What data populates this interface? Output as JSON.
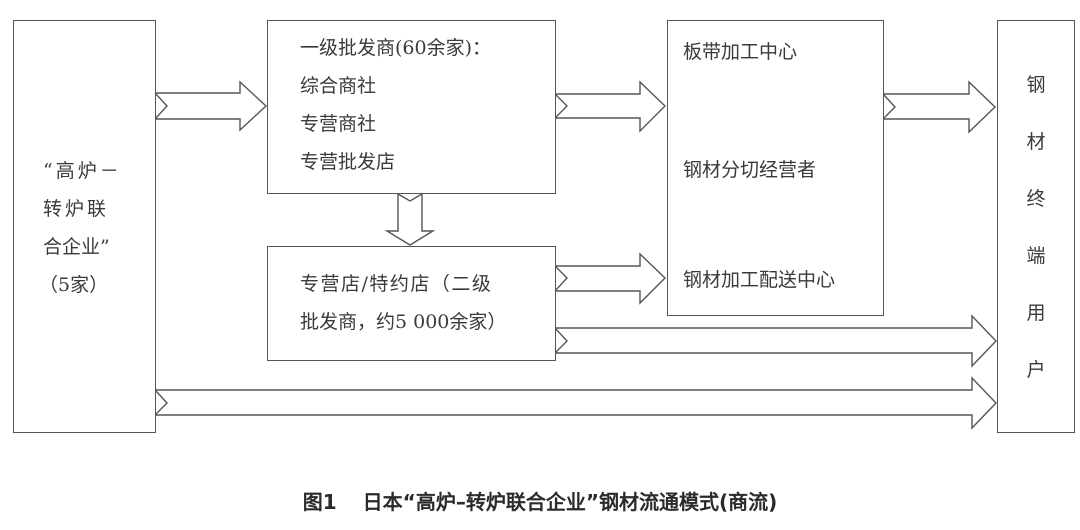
{
  "nodes": {
    "producer": {
      "lines": [
        "“高炉－",
        "转炉联",
        "合企业”",
        "（5家）"
      ]
    },
    "primary_wholesaler": {
      "lines": [
        "一级批发商(60余家)：",
        "综合商社",
        "专营商社",
        "专营批发店"
      ]
    },
    "secondary_wholesaler": {
      "lines": [
        "专营店/特约店（二级",
        "批发商，约5 000余家）"
      ]
    },
    "processing": {
      "lines": [
        "板带加工中心",
        "钢材分切经营者",
        "钢材加工配送中心"
      ]
    },
    "end_user": {
      "chars": [
        "钢",
        "材",
        "终",
        "端",
        "用",
        "户"
      ]
    }
  },
  "edges": [
    {
      "from": "producer",
      "to": "primary_wholesaler"
    },
    {
      "from": "primary_wholesaler",
      "to": "secondary_wholesaler"
    },
    {
      "from": "primary_wholesaler",
      "to": "processing"
    },
    {
      "from": "secondary_wholesaler",
      "to": "processing"
    },
    {
      "from": "processing",
      "to": "end_user"
    },
    {
      "from": "secondary_wholesaler",
      "to": "end_user"
    },
    {
      "from": "producer",
      "to": "end_user"
    }
  ],
  "caption": {
    "label": "图1",
    "title": "日本“高炉–转炉联合企业”钢材流通模式(商流)"
  }
}
